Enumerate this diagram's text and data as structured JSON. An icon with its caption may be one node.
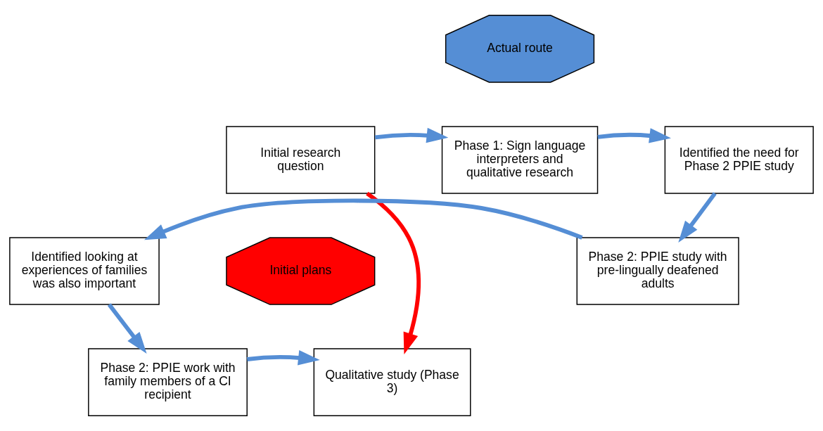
{
  "diagram": {
    "nodes": [
      {
        "text": [
          "Actual route"
        ]
      },
      {
        "text": [
          "Initial research question"
        ]
      },
      {
        "text": [
          "Phase 1: Sign language interpreters and qualitative research"
        ]
      },
      {
        "text": [
          "Identified the need for Phase 2 PPIE study"
        ]
      },
      {
        "text": [
          "Initial plans"
        ]
      },
      {
        "text": [
          "Phase 2: PPIE study with pre-lingually deafened adults"
        ]
      },
      {
        "text": [
          "Identified looking at experiences of families was also important"
        ]
      },
      {
        "text": [
          "Qualitative study (Phase 3)"
        ]
      },
      {
        "text": [
          "Phase 2: PPIE work with family members of a CI recipient"
        ]
      }
    ],
    "edges": [
      {
        "from": 1,
        "to": 2,
        "arrow": "to"
      },
      {
        "from": 2,
        "to": 3,
        "arrow": "to"
      },
      {
        "from": 3,
        "to": 5,
        "arrow": "to"
      },
      {
        "from": 5,
        "to": 6,
        "arrow": "to"
      },
      {
        "from": 6,
        "to": 8,
        "arrow": "to"
      },
      {
        "from": 8,
        "to": 7,
        "arrow": "to"
      },
      {
        "from": 1,
        "to": 7,
        "arrow": "to",
        "color": "#ff0000"
      }
    ]
  }
}
